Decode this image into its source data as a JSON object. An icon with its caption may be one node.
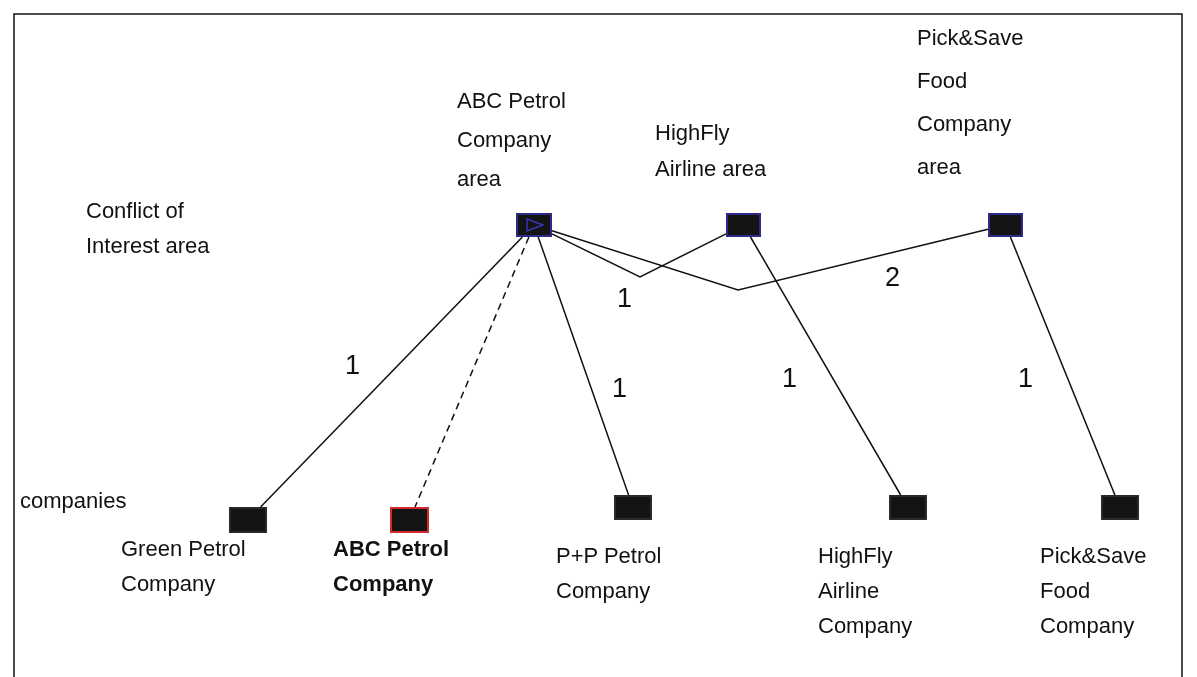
{
  "diagram": {
    "nodes": [
      {
        "text": [],
        "shape": "box",
        "beside": [
          "ABC Petrol Company area"
        ]
      },
      {
        "text": [],
        "shape": "box",
        "beside": [
          "HighFly Airline area"
        ]
      },
      {
        "text": [],
        "shape": "box",
        "beside": [
          "Pick&Save Food Company area"
        ]
      },
      {
        "text": [],
        "shape": "box",
        "beside": [
          "Green Petrol Company"
        ]
      },
      {
        "text": [],
        "shape": "box",
        "beside": [
          "ABC Petrol Company"
        ]
      },
      {
        "text": [],
        "shape": "box",
        "beside": [
          "P+P Petrol Company"
        ]
      },
      {
        "text": [],
        "shape": "box",
        "beside": [
          "HighFly Airline Company"
        ]
      },
      {
        "text": [],
        "shape": "box",
        "beside": [
          "Pick&Save Food Company"
        ]
      }
    ],
    "edges": [
      {
        "from": 0,
        "to": 3,
        "arrow": "none",
        "label": "1"
      },
      {
        "from": 0,
        "to": 4,
        "arrow": "none",
        "style": "dashed"
      },
      {
        "from": 0,
        "to": 5,
        "arrow": "none",
        "label": "1"
      },
      {
        "from": 0,
        "to": 1,
        "arrow": "none",
        "label": "1"
      },
      {
        "from": 0,
        "to": 2,
        "arrow": "none",
        "label": "2"
      },
      {
        "from": 1,
        "to": 6,
        "arrow": "none",
        "label": "1"
      },
      {
        "from": 2,
        "to": 7,
        "arrow": "none",
        "label": "1"
      }
    ],
    "labels": [
      "Conflict of Interest area",
      "companies"
    ]
  }
}
